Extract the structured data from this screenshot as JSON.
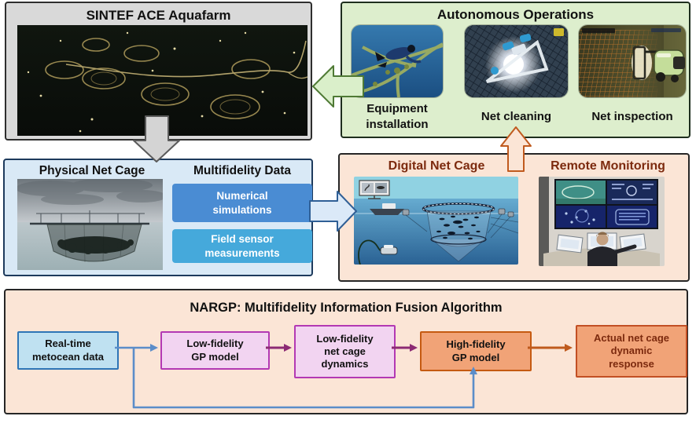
{
  "palette": {
    "top_right_fill": "#ddeecd",
    "mid_left_fill": "#d9e9f6",
    "peach_fill": "#fbe5d6",
    "blue_btn1": "#4a8cd3",
    "blue_btn2": "#45a9db",
    "maroon": "#7c2a0e",
    "lightblue_fill": "#bfe1f1",
    "lightblue_border": "#2e75b6",
    "pink_fill": "#f2d4f1",
    "pink_border": "#b339b3",
    "orange_fill": "#f1a377",
    "orange_border": "#c55a11",
    "magenta_arrow": "#8c2a74",
    "blue_arrow": "#5b8dc9",
    "orange_arrow": "#bf5a1d"
  },
  "boxes": {
    "aquafarm": {
      "title": "SINTEF ACE Aquafarm"
    },
    "autonomous": {
      "title": "Autonomous Operations",
      "items": [
        {
          "label": "Equipment\ninstallation"
        },
        {
          "label": "Net cleaning"
        },
        {
          "label": "Net inspection"
        }
      ]
    },
    "physical": {
      "photo_title": "Physical Net Cage",
      "data_title": "Multifidelity Data",
      "buttons": [
        {
          "label": "Numerical\nsimulations"
        },
        {
          "label": "Field sensor\nmeasurements"
        }
      ]
    },
    "digital": {
      "left_title": "Digital Net Cage",
      "right_title": "Remote Monitoring"
    },
    "nargp": {
      "title": "NARGP: Multifidelity Information Fusion Algorithm",
      "nodes": [
        {
          "label": "Real-time\nmetocean data"
        },
        {
          "label": "Low-fidelity\nGP model"
        },
        {
          "label": "Low-fidelity\nnet cage\ndynamics"
        },
        {
          "label": "High-fidelity\nGP model"
        },
        {
          "label": "Actual net cage\ndynamic\nresponse"
        }
      ]
    }
  }
}
